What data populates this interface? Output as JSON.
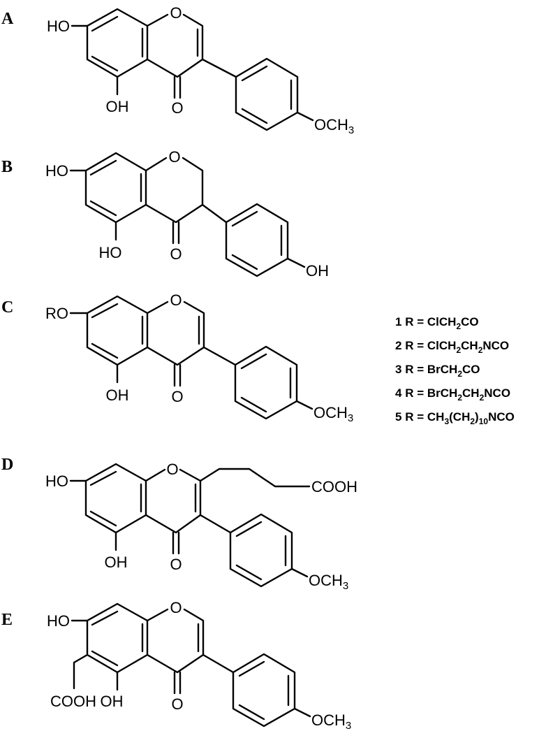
{
  "panels": [
    {
      "label": "A",
      "substituents": {
        "c7": "HO",
        "c5": "OH",
        "carbonyl_o": "O",
        "ring_o": "O",
        "aryl_para": "OCH3"
      }
    },
    {
      "label": "B",
      "substituents": {
        "c7": "HO",
        "c5": "HO",
        "carbonyl_o": "O",
        "ring_o": "O",
        "aryl_para": "OH"
      }
    },
    {
      "label": "C",
      "substituents": {
        "c7": "RO",
        "c5": "OH",
        "carbonyl_o": "O",
        "ring_o": "O",
        "aryl_para": "OCH3"
      }
    },
    {
      "label": "D",
      "substituents": {
        "c7": "HO",
        "c5": "OH",
        "carbonyl_o": "O",
        "ring_o": "O",
        "aryl_para": "OCH3",
        "chain_end": "COOH"
      }
    },
    {
      "label": "E",
      "substituents": {
        "c7": "HO",
        "c5": "OH",
        "carbonyl_o": "O",
        "ring_o": "O",
        "aryl_para": "OCH3",
        "c6_acid": "COOH"
      }
    }
  ],
  "r_groups": [
    {
      "num": "1",
      "eq": "R =",
      "formula": "ClCH2CO"
    },
    {
      "num": "2",
      "eq": "R =",
      "formula": "ClCH2CH2NCO"
    },
    {
      "num": "3",
      "eq": "R =",
      "formula": "BrCH2CO"
    },
    {
      "num": "4",
      "eq": "R =",
      "formula": "BrCH2CH2NCO"
    },
    {
      "num": "5",
      "eq": "R =",
      "formula": "CH3(CH2)10NCO"
    }
  ]
}
